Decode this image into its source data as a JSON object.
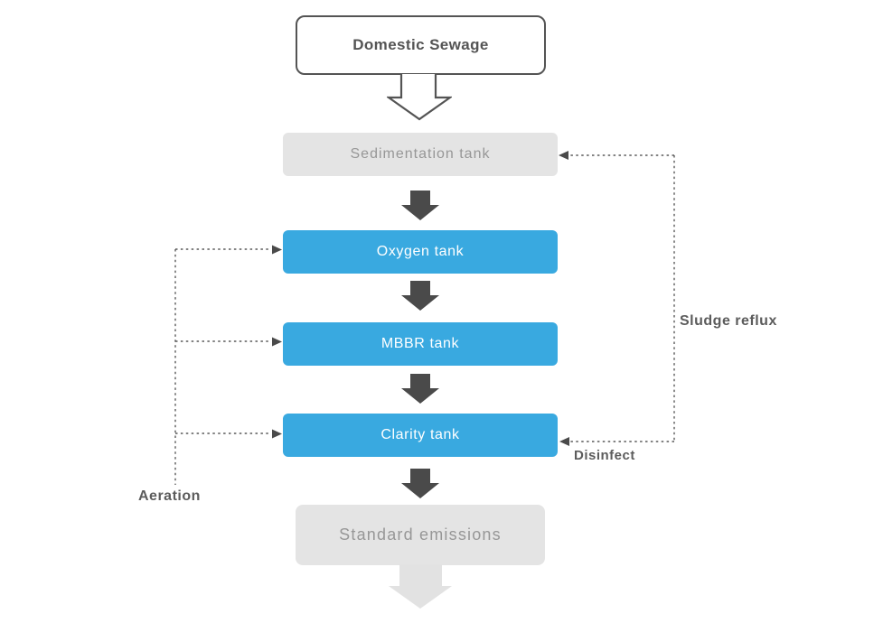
{
  "nodes": {
    "domestic": {
      "label": "Domestic Sewage"
    },
    "sedimentation": {
      "label": "Sedimentation tank"
    },
    "oxygen": {
      "label": "Oxygen tank"
    },
    "mbbr": {
      "label": "MBBR tank"
    },
    "clarity": {
      "label": "Clarity tank"
    },
    "standard": {
      "label": "Standard emissions"
    }
  },
  "annotations": {
    "aeration": {
      "label": "Aeration"
    },
    "sludge_reflux": {
      "label": "Sludge reflux"
    },
    "disinfect": {
      "label": "Disinfect"
    }
  },
  "colors": {
    "node-blue": "#39a9e0",
    "node-gray": "#e4e4e4",
    "arrow-dark": "#4a4a4a",
    "arrow-light": "#e2e2e2",
    "outline-dark": "#545454",
    "label-gray": "#5c5c5c",
    "muted-text": "#979797",
    "connector": "#5a5a5a"
  }
}
